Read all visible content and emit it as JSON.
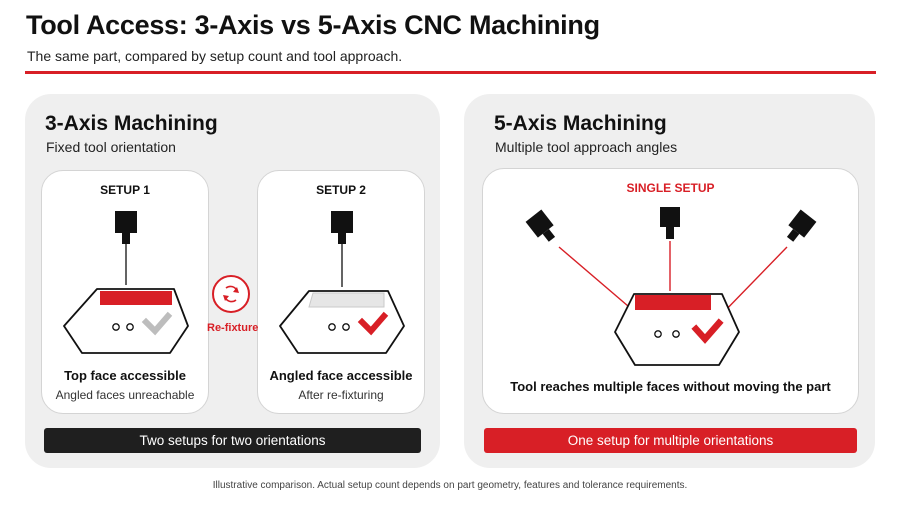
{
  "header": {
    "title": "Tool Access: 3-Axis vs 5-Axis CNC Machining",
    "subtitle": "The same part, compared by setup count and tool approach."
  },
  "left_panel": {
    "title": "3-Axis Machining",
    "subtitle": "Fixed tool orientation",
    "setup1": {
      "label": "SETUP 1",
      "caption": "Top face accessible",
      "subcaption": "Angled faces unreachable"
    },
    "setup2": {
      "label": "SETUP 2",
      "caption": "Angled face accessible",
      "subcaption": "After re-fixturing"
    },
    "refixture_label": "Re-fixture",
    "bar_text": "Two setups for two orientations"
  },
  "right_panel": {
    "title": "5-Axis Machining",
    "subtitle": "Multiple tool approach angles",
    "setup_label": "SINGLE SETUP",
    "caption": "Tool reaches multiple faces without moving the part",
    "bar_text": "One setup for multiple orientations"
  },
  "footnote": "Illustrative comparison. Actual setup count depends on part geometry, features and tolerance requirements.",
  "icons": {
    "tool": "spindle-tool-icon",
    "part": "workpiece-icon",
    "check": "checkmark-icon",
    "rotate": "rotate-arrows-icon"
  },
  "colors": {
    "accent": "#d81f26",
    "dark": "#1f1f1f",
    "panel": "#efefef"
  }
}
